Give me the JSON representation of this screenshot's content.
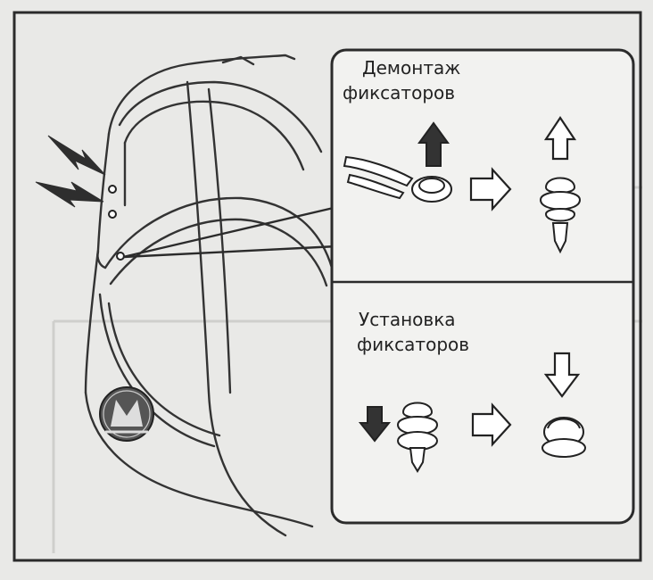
{
  "diagram": {
    "remove_panel": {
      "title_line1": "Демонтаж",
      "title_line2": "фиксаторов"
    },
    "install_panel": {
      "title_line1": "Установка",
      "title_line2": "фиксаторов"
    },
    "colors": {
      "background": "#e9e9e7",
      "line": "#2b2b2b",
      "dark_fill": "#3a3a3a",
      "panel_fill": "#f2f2f0"
    },
    "icons": [
      "pointer-arrow-icon",
      "up-arrow-icon",
      "down-arrow-icon",
      "right-arrow-icon",
      "clip-icon",
      "pliers-icon",
      "logo-badge-icon"
    ]
  }
}
